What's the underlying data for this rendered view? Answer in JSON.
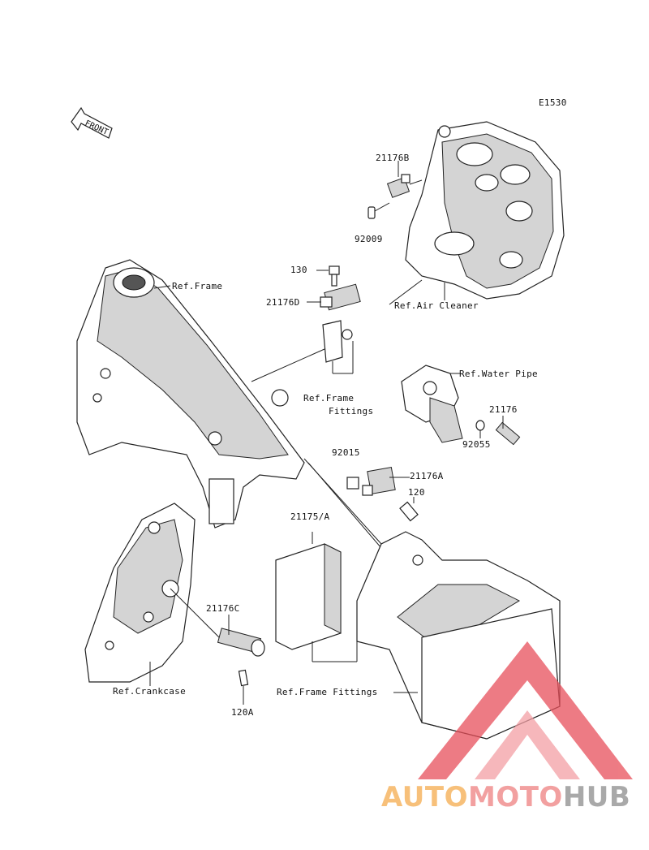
{
  "diagram": {
    "code": "E1530",
    "front_label": "FRONT",
    "labels": {
      "p21176B": "21176B",
      "p92009": "92009",
      "ref_air_cleaner": "Ref.Air Cleaner",
      "p130": "130",
      "p21176D": "21176D",
      "ref_frame": "Ref.Frame",
      "ref_frame_fittings_1": "Ref.Frame",
      "ref_frame_fittings_2": "Fittings",
      "ref_water_pipe": "Ref.Water Pipe",
      "p21176": "21176",
      "p92055": "92055",
      "p92015": "92015",
      "p21176A": "21176A",
      "p120": "120",
      "p21175A": "21175/A",
      "p21176C": "21176C",
      "ref_crankcase": "Ref.Crankcase",
      "p120A": "120A",
      "ref_frame_fittings_bottom": "Ref.Frame Fittings"
    }
  },
  "watermark": {
    "part1": "AUTO",
    "part2": "MOTO",
    "part3": "HUB",
    "color_triangle": "#e8505b",
    "color_auto": "#f7c07a",
    "color_moto": "#f2a0a0",
    "color_hub": "#a9a9a9"
  }
}
